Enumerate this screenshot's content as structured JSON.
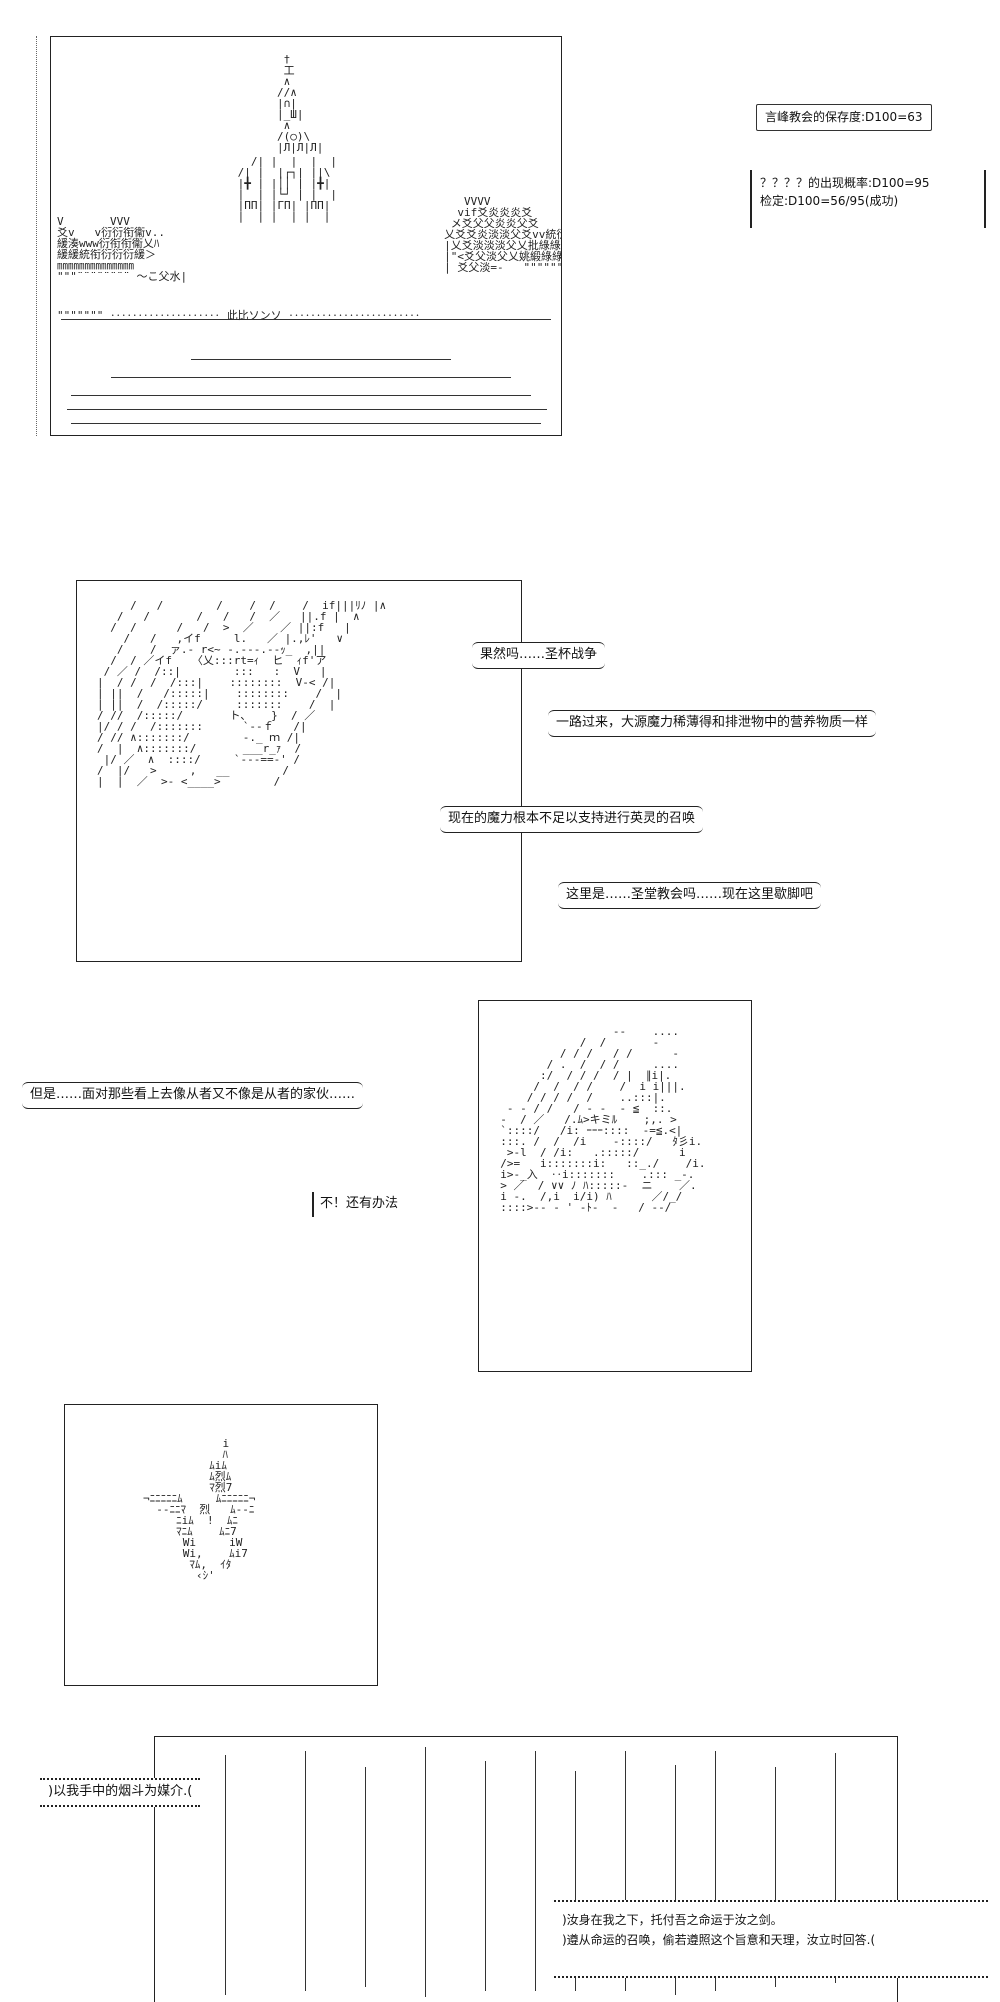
{
  "panel1": {
    "status_box": "言峰教会的保存度:D100=63",
    "roll_line1": "？？？？的出现概率:D100=95",
    "roll_line2": "检定:D100=56/95(成功)",
    "art_text": "此比ソンソ"
  },
  "panel2": {
    "bubble1": "果然吗……圣杯战争",
    "bubble2": "一路过来，大源魔力稀薄得和排泄物中的营养物质一样",
    "bubble3": "现在的魔力根本不足以支持进行英灵的召唤",
    "bubble4": "这里是……圣堂教会吗……现在这里歇脚吧"
  },
  "panel3": {
    "bubble1": "但是……面对那些看上去像从者又不像是从者的家伙……",
    "bubble2": "不！还有办法"
  },
  "panel5": {
    "bubble1": ")以我手中的烟斗为媒介.(",
    "bubble2_line1": ")汝身在我之下，托付吾之命运于汝之剑。",
    "bubble2_line2": ")遵从命运的召唤，偷若遵照这个旨意和天理，汝立时回答.("
  }
}
